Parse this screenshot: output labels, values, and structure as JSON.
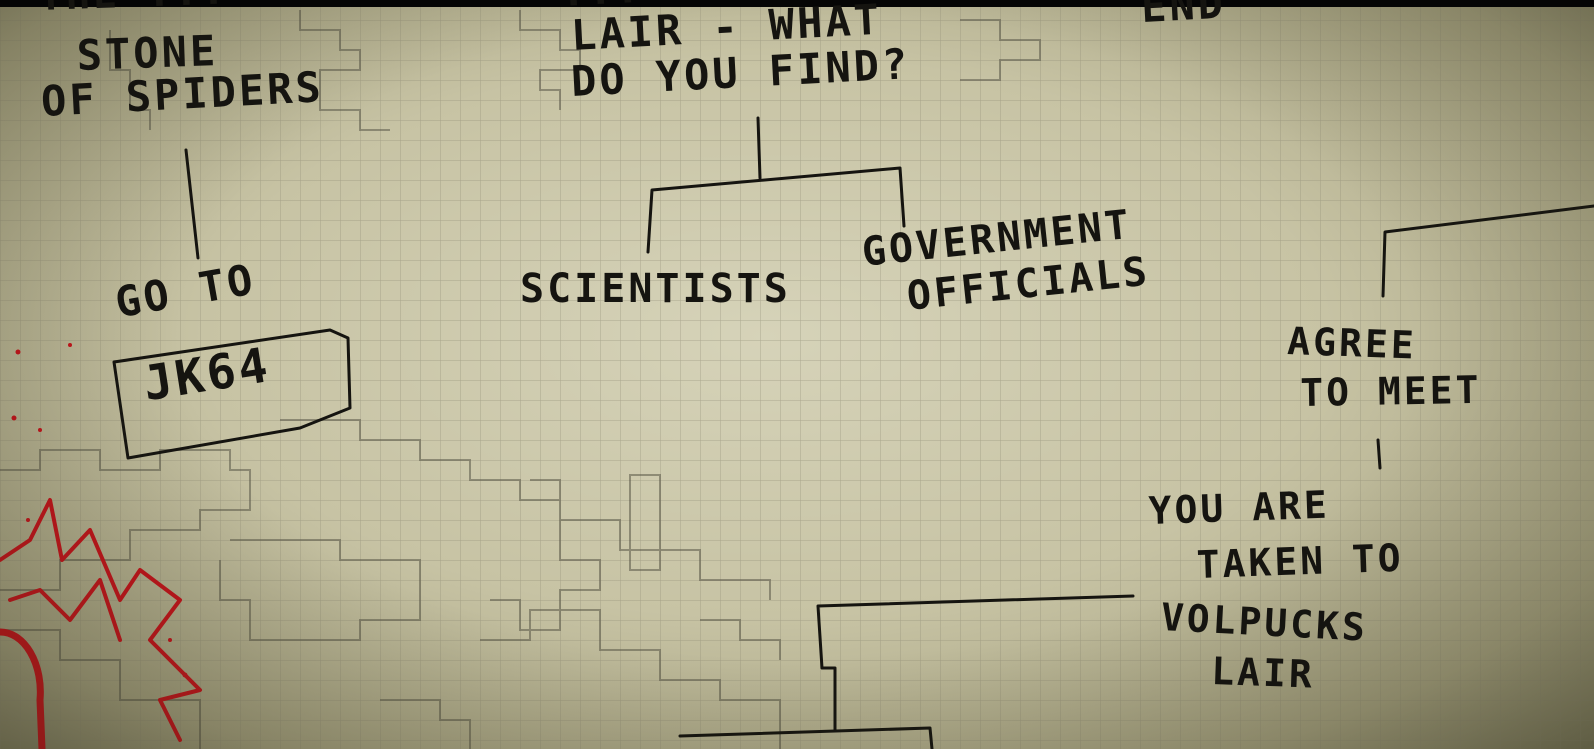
{
  "notes": {
    "top_left_cutoff": "THE ...",
    "stone_of_spiders": [
      "STONE",
      "OF SPIDERS"
    ],
    "top_center_cutoff": "...",
    "lair_question": [
      "LAIR - WHAT",
      "DO YOU FIND?"
    ],
    "top_right_cutoff": "END",
    "scientists": "SCIENTISTS",
    "government_officials": [
      "GOVERNMENT",
      "OFFICIALS"
    ],
    "go_to": "GO TO",
    "jk64": "JK64",
    "agree_to_meet": [
      "AGREE",
      "TO MEET"
    ],
    "taken_to_lair": [
      "YOU ARE",
      "TAKEN TO",
      "VOLPUCKS",
      "LAIR"
    ]
  },
  "colors": {
    "paper": "#cfccb0",
    "grid_line": "#8a8770",
    "ink": "#151410",
    "pencil": "#5a5848",
    "red_ink": "#c3141b"
  }
}
